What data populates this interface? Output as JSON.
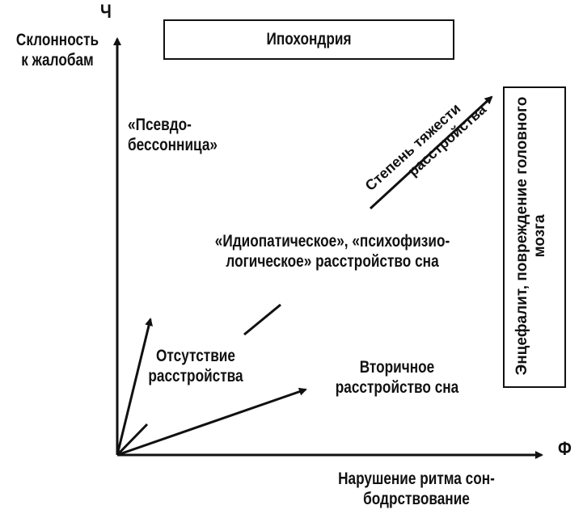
{
  "axes": {
    "y_label": [
      "Склонность",
      "к жалобам"
    ],
    "y_symbol": "Ч",
    "x_label": [
      "Нарушение ритма сон-",
      "бодрствование"
    ],
    "x_symbol": "Ф"
  },
  "boxes": {
    "top": "Ипохондрия",
    "right": [
      "Энцефалит, повреждение головного",
      "мозга"
    ]
  },
  "labels": {
    "pseudo": [
      "«Псевдо-",
      "бессонница»"
    ],
    "idiopathic": [
      "«Идиопатическое», «психофизио-",
      "логическое» расстройство сна"
    ],
    "absence": [
      "Отсутствие",
      "расстройства"
    ],
    "secondary": [
      "Вторичное",
      "расстройство сна"
    ],
    "severity": [
      "Степень тяжести",
      "расстройства"
    ]
  }
}
